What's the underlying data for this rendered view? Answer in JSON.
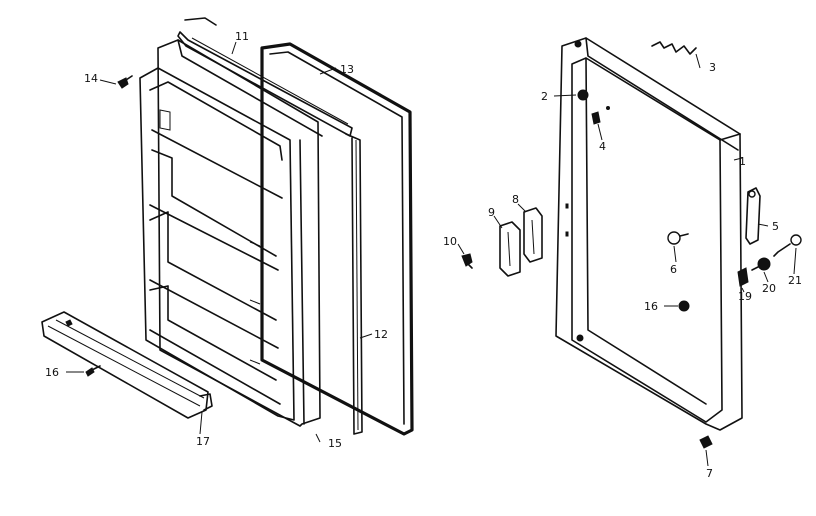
{
  "callouts": [
    {
      "id": "c1",
      "text": "1"
    },
    {
      "id": "c2",
      "text": "2"
    },
    {
      "id": "c3",
      "text": "3"
    },
    {
      "id": "c4",
      "text": "4"
    },
    {
      "id": "c5",
      "text": "5"
    },
    {
      "id": "c6",
      "text": "6"
    },
    {
      "id": "c7",
      "text": "7"
    },
    {
      "id": "c8",
      "text": "8"
    },
    {
      "id": "c9",
      "text": "9"
    },
    {
      "id": "c10",
      "text": "10"
    },
    {
      "id": "c11",
      "text": "11"
    },
    {
      "id": "c12",
      "text": "12"
    },
    {
      "id": "c13",
      "text": "13"
    },
    {
      "id": "c14",
      "text": "14"
    },
    {
      "id": "c15",
      "text": "15"
    },
    {
      "id": "c16a",
      "text": "16"
    },
    {
      "id": "c16b",
      "text": "16"
    },
    {
      "id": "c17",
      "text": "17"
    },
    {
      "id": "c19",
      "text": "19"
    },
    {
      "id": "c20",
      "text": "20"
    },
    {
      "id": "c21",
      "text": "21"
    }
  ]
}
